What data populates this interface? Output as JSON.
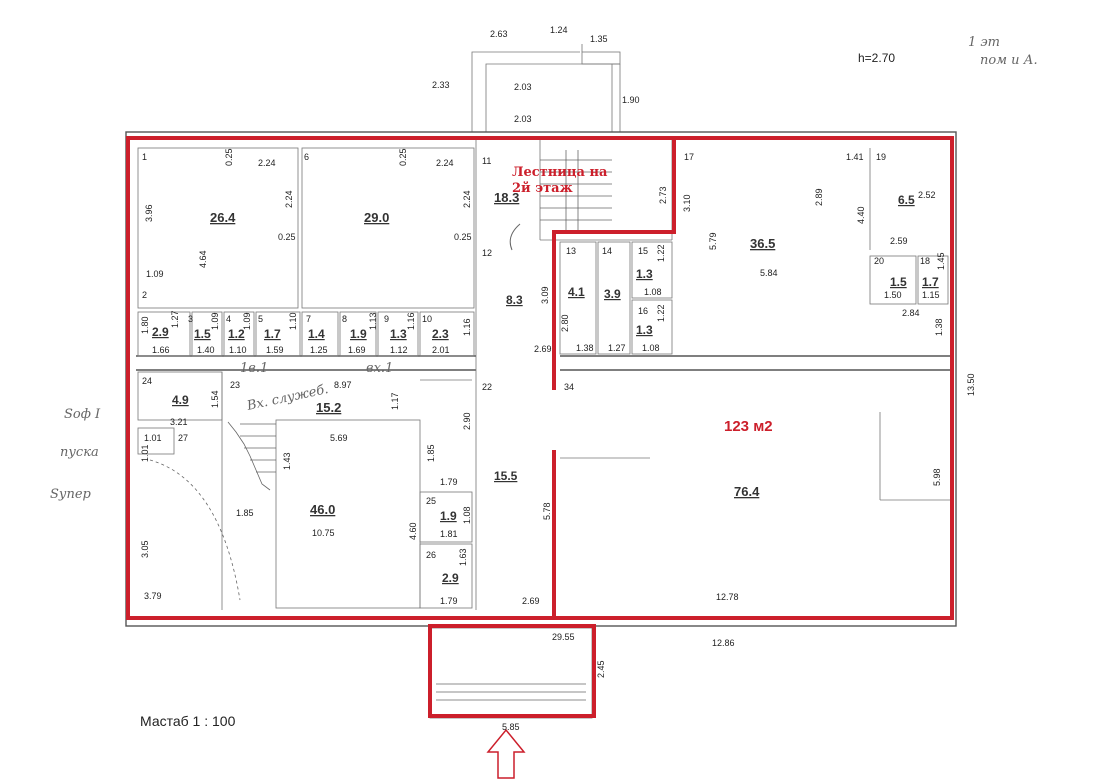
{
  "height_label": "h=2.70",
  "scale_label": "Мастаб 1 : 100",
  "stair_label_line1": "Лестница на",
  "stair_label_line2": "2й этаж",
  "area_total": "123 м2",
  "handwritten": {
    "top_right_1": "1 эт",
    "top_right_2": "пом и А.",
    "left_1": "Sоф I",
    "left_2": "пуска",
    "left_3": "Sупер",
    "mid_1": "1в.1",
    "mid_2": "вх.1",
    "mid_3": "Вх. служеб."
  },
  "rooms": {
    "r1": {
      "num": "1",
      "area": "26.4"
    },
    "r2": {
      "num": "2"
    },
    "r3": {
      "num": "3",
      "area": "2.9"
    },
    "r4": {
      "num": "4",
      "area": "1.5"
    },
    "r5": {
      "num": "5",
      "area": "1.2"
    },
    "r6": {
      "num": "6",
      "area": "29.0"
    },
    "r6b": {
      "area": "1.7"
    },
    "r7": {
      "num": "7",
      "area": "1.4"
    },
    "r8": {
      "num": "8",
      "area": "1.9"
    },
    "r9": {
      "num": "9",
      "area": "1.3"
    },
    "r10": {
      "num": "10",
      "area": "2.3"
    },
    "r11": {
      "num": "11",
      "area": "18.3"
    },
    "r12": {
      "num": "12",
      "area": "8.3"
    },
    "r13": {
      "num": "13",
      "area": "4.1"
    },
    "r14": {
      "num": "14",
      "area": "3.9"
    },
    "r15": {
      "num": "15",
      "area": "1.3"
    },
    "r16": {
      "num": "16",
      "area": "1.3"
    },
    "r17": {
      "num": "17",
      "area": "36.5"
    },
    "r18": {
      "num": "18",
      "area": "1.7"
    },
    "r19": {
      "num": "19",
      "area": "6.5"
    },
    "r20": {
      "num": "20",
      "area": "1.5"
    },
    "r22": {
      "num": "22",
      "area": "15.5"
    },
    "r23": {
      "num": "23",
      "area": "15.2"
    },
    "r24": {
      "num": "24",
      "area": "4.9"
    },
    "r25": {
      "num": "25",
      "area": "1.9"
    },
    "r26": {
      "num": "26",
      "area": "2.9"
    },
    "r27": {
      "num": "27",
      "area": "46.0"
    },
    "r34": {
      "num": "34",
      "area": "76.4"
    }
  },
  "dims": {
    "d263": "2.63",
    "d124": "1.24",
    "d135": "1.35",
    "d233": "2.33",
    "d203a": "2.03",
    "d190": "1.90",
    "d203b": "2.03",
    "d025a": "0.25",
    "d224a": "2.24",
    "d224b": "2.24",
    "d396": "3.96",
    "d464": "4.64",
    "d025b": "0.25",
    "d109": "1.09",
    "d025c": "0.25",
    "d224c": "2.24",
    "d224d": "2.24",
    "d025d": "0.25",
    "d273": "2.73",
    "d310": "3.10",
    "d289": "2.89",
    "d579": "5.79",
    "d141": "1.41",
    "d440": "4.40",
    "d252": "2.52",
    "d259": "2.59",
    "d584": "5.84",
    "d122a": "1.22",
    "d108a": "1.08",
    "d122b": "1.22",
    "d145": "1.45",
    "d150": "1.50",
    "d115": "1.15",
    "d284": "2.84",
    "d138a": "1.38",
    "d309": "3.09",
    "d280": "2.80",
    "d269a": "2.69",
    "d138b": "1.38",
    "d127a": "1.27",
    "d108b": "1.08",
    "d180": "1.80",
    "d127b": "1.27",
    "d166": "1.66",
    "d140": "1.40",
    "d110a": "1.10",
    "d159": "1.59",
    "d125": "1.25",
    "d169": "1.69",
    "d112": "1.12",
    "d201": "2.01",
    "d116": "1.16",
    "d109b": "1.09",
    "d109c": "1.09",
    "d110b": "1.10",
    "d113": "1.13",
    "d116b": "1.16",
    "d897": "8.97",
    "d154": "1.54",
    "d117": "1.17",
    "d321": "3.21",
    "d290": "2.90",
    "d569": "5.69",
    "d101a": "1.01",
    "d101b": "1.01",
    "d143": "1.43",
    "d185a": "1.85",
    "d185b": "1.85",
    "d179a": "1.79",
    "d108c": "1.08",
    "d181": "1.81",
    "d163": "1.63",
    "d179b": "1.79",
    "d460": "4.60",
    "d1075": "10.75",
    "d305": "3.05",
    "d379": "3.79",
    "d578": "5.78",
    "d598": "5.98",
    "d269b": "2.69",
    "d1278": "12.78",
    "d1350": "13.50",
    "d2955": "29.55",
    "d1286": "12.86",
    "d245": "2.45",
    "d585": "5.85"
  }
}
